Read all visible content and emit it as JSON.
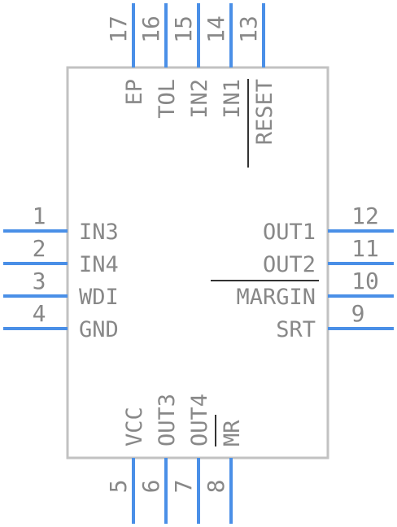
{
  "component": {
    "left_pins": [
      {
        "number": "1",
        "name": "IN3"
      },
      {
        "number": "2",
        "name": "IN4"
      },
      {
        "number": "3",
        "name": "WDI"
      },
      {
        "number": "4",
        "name": "GND"
      }
    ],
    "bottom_pins": [
      {
        "number": "5",
        "name": "VCC"
      },
      {
        "number": "6",
        "name": "OUT3"
      },
      {
        "number": "7",
        "name": "OUT4"
      },
      {
        "number": "8",
        "name": "MR",
        "active_low": true
      }
    ],
    "right_pins": [
      {
        "number": "9",
        "name": "SRT"
      },
      {
        "number": "10",
        "name": "MARGIN",
        "active_low": true
      },
      {
        "number": "11",
        "name": "OUT2"
      },
      {
        "number": "12",
        "name": "OUT1"
      }
    ],
    "top_pins": [
      {
        "number": "13",
        "name": "RESET",
        "active_low": true
      },
      {
        "number": "14",
        "name": "IN1"
      },
      {
        "number": "15",
        "name": "IN2"
      },
      {
        "number": "16",
        "name": "TOL"
      },
      {
        "number": "17",
        "name": "EP"
      }
    ]
  },
  "colors": {
    "pin": "#4a8fe7",
    "body_outline": "#c2c2c2",
    "text": "#888888",
    "overbar": "#333333"
  }
}
